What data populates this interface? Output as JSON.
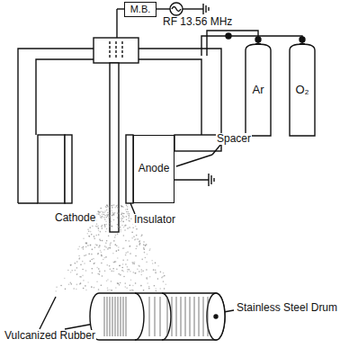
{
  "diagram": {
    "nodes": [
      {
        "text": [
          "M.B."
        ]
      },
      {
        "text": [
          "Ar"
        ]
      },
      {
        "text": [
          "O₂"
        ]
      },
      {
        "text": [
          "Anode"
        ]
      }
    ],
    "labels": [
      "RF 13.56 MHz",
      "Spacer",
      "Cathode",
      "Insulator",
      "Stainless Steel Drum",
      "Vulcanized Rubber"
    ]
  }
}
